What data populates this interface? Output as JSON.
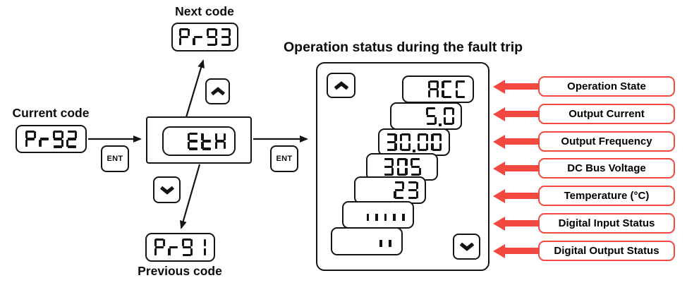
{
  "colors": {
    "arrow_red": "#f2483f",
    "ink": "#141414"
  },
  "nav": {
    "current_code_label": "Current code",
    "current_code_value": "Pr92",
    "next_code_label": "Next code",
    "next_code_value": "Pr93",
    "previous_code_label": "Previous code",
    "previous_code_value": "Pr91",
    "fault_code_value": "EtH",
    "ent_button_label": "ENT"
  },
  "icons": {
    "up_button": "chevron-up",
    "down_button": "chevron-down",
    "callout_arrow": "arrow-left"
  },
  "status_panel": {
    "title": "Operation status during the fault trip",
    "items": [
      {
        "display": "ACC",
        "label": "Operation State"
      },
      {
        "display": "5.0",
        "label": "Output Current"
      },
      {
        "display": "30.00",
        "label": "Output Frequency"
      },
      {
        "display": "305",
        "label": "DC Bus Voltage"
      },
      {
        "display": "23",
        "label": "Temperature (°C)"
      },
      {
        "display": "|||||",
        "label": "Digital Input Status"
      },
      {
        "display": "||",
        "label": "Digital Output Status"
      }
    ]
  }
}
